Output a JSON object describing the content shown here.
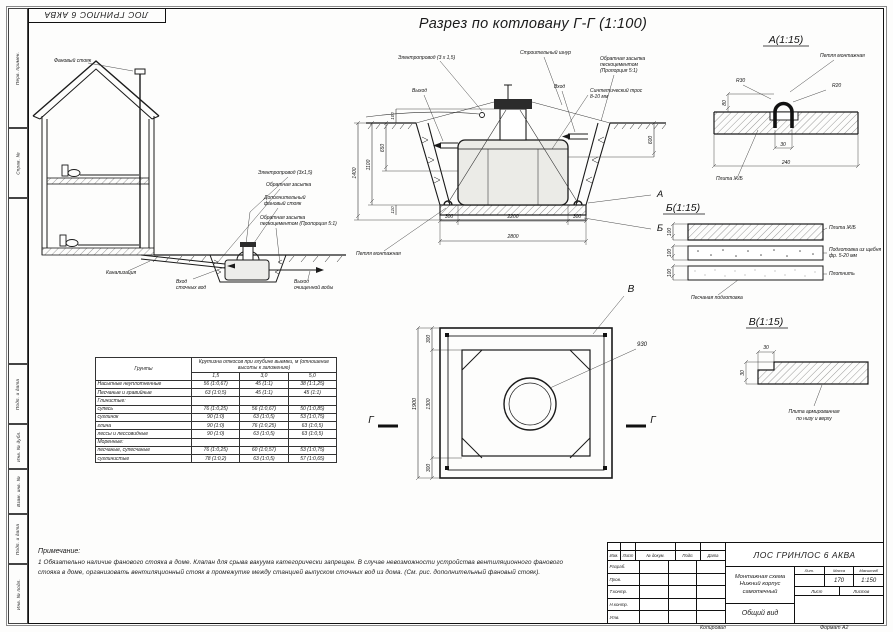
{
  "top_stamp": "ЛОС ГРИНЛОС 6 АКВА",
  "main_title": "Разрез по котловану Г-Г (1:100)",
  "meta": {
    "copied_label": "Копировал",
    "format_label": "Формат  А2"
  },
  "left_margin": {
    "cells": [
      "Перв. примен.",
      "Справ. №",
      "",
      "Подп. и дата",
      "Инв. № дубл.",
      "Взам. инв. №",
      "Подп. и дата",
      "Инв. № подл."
    ]
  },
  "house": {
    "labels": {
      "vent": "Фановый стояк",
      "electro": "Электропровод (3х1,5)",
      "backfill": "Обратная засыпка",
      "extra_lines": [
        "Дополнительный",
        "фановый стояк"
      ],
      "backcem_lines": [
        "Обратная засыпка",
        "пескоцементом (Пропорция 5:1)"
      ],
      "sewer": "Канализация",
      "inlet_lines": [
        "Вход",
        "сточных вод"
      ],
      "outlet_lines": [
        "Выход",
        "очищенной воды"
      ]
    }
  },
  "pit": {
    "labels": {
      "electro": "Электропровод (3 х 1,5)",
      "cord": "Строительный шнур",
      "backfill_lines": [
        "Обратная засыпка",
        "пескоцементом",
        "(Пропорция 5:1)"
      ],
      "outlet": "Выход",
      "inlet": "Вход",
      "rope_lines": [
        "Синтетический трос",
        "8-10 мм"
      ],
      "loop": "Петля монтажная"
    },
    "dims": {
      "d1400": "1400",
      "d1100": "1100",
      "d650": "650",
      "d110": "110",
      "d100": "100",
      "d600": "600",
      "d300a": "300",
      "d2200": "2200",
      "d300b": "300",
      "d2800": "2800"
    },
    "markers": {
      "a": "А",
      "b": "Б"
    }
  },
  "detail_a": {
    "title": "А(1:15)",
    "loop_label": "Петля монтажная",
    "slab_label": "Плита Ж/Б",
    "dims": {
      "r30": "R30",
      "r20": "R20",
      "d80": "80",
      "d30": "30",
      "d240": "240"
    }
  },
  "detail_b": {
    "title": "Б(1:15)",
    "slab": "Плита Ж/Б",
    "gravel_lines": [
      "Подготовка из щебня",
      "фр. 5-20 мм"
    ],
    "compact": "Плотнить",
    "sand": "Песчаная подготовка",
    "dims": {
      "d100a": "100",
      "d100b": "100",
      "d100c": "100"
    }
  },
  "detail_v": {
    "title": "В(1:15)",
    "slab_lines": [
      "Плита армированная",
      "по низу и верху"
    ],
    "dims": {
      "d30a": "30",
      "d30b": "30"
    }
  },
  "plan": {
    "marker_v": "В",
    "letter_g": "Г",
    "dims": {
      "d1900": "1900",
      "d1300": "1300",
      "d300t": "300",
      "d300b": "300",
      "d930": "930"
    }
  },
  "table": {
    "col_groups": {
      "soils": "Грунты",
      "main": "Крутизна откосов при глубине выемки, м (отношение высоты к заложению)"
    },
    "depths": [
      "1,5",
      "3,0",
      "5,0"
    ],
    "rows": [
      {
        "name": "Насыпные неуплотненные",
        "v1": "56 (1:0,67)",
        "v2": "45 (1:1)",
        "v3": "38 (1:1,25)"
      },
      {
        "name": "Песчаные и гравийные",
        "v1": "63 (1:0,5)",
        "v2": "45 (1:1)",
        "v3": "45 (1:1)"
      },
      {
        "name": "Глинистые:",
        "v1": "",
        "v2": "",
        "v3": ""
      },
      {
        "name": "супесь",
        "v1": "76 (1:0,25)",
        "v2": "56 (1:0,67)",
        "v3": "50 (1:0,85)"
      },
      {
        "name": "суглинок",
        "v1": "90 (1:0)",
        "v2": "63 (1:0,5)",
        "v3": "53 (1:0,75)"
      },
      {
        "name": "глина",
        "v1": "90 (1:0)",
        "v2": "76 (1:0,25)",
        "v3": "63 (1:0,5)"
      },
      {
        "name": "лессы и лессовидные",
        "v1": "90 (1:0)",
        "v2": "63 (1:0,5)",
        "v3": "63 (1:0,5)"
      },
      {
        "name": "Моренные:",
        "v1": "",
        "v2": "",
        "v3": ""
      },
      {
        "name": "песчаные, супесчаные",
        "v1": "76 (1:0,25)",
        "v2": "60 (1:0,57)",
        "v3": "53 (1:0,75)"
      },
      {
        "name": "суглинистые",
        "v1": "78 (1:0,2)",
        "v2": "63 (1:0,5)",
        "v3": "57 (1:0,65)"
      }
    ]
  },
  "notes": {
    "heading": "Примечание:",
    "text": "1 Обязательно наличие фанового стояка в доме. Клапан для срыва вакуума категорически запрещен. В случае невозможности устройства вентиляционного фанового стояка в доме, организовать вентиляционный стояк в промежутке между станцией выпуском сточных вод из дома. (См. рис. дополнительный фановый стояк)."
  },
  "titleblock": {
    "doc": "ЛОС ГРИНЛОС 6 АКВА",
    "name_lines": [
      "Монтажная схема",
      "Нижний корпус",
      "самотечный"
    ],
    "view": "Общий вид",
    "lit": "Лит.",
    "mass": "Масса",
    "scale": "Масштаб",
    "mass_value": "170",
    "scale_value": "1:150",
    "sheet": "Лист",
    "sheets": "Листов",
    "cols": [
      "Изм.",
      "Лист",
      "№ докум.",
      "Подп.",
      "Дата"
    ],
    "roles": [
      "Разраб.",
      "Пров.",
      "Т.контр.",
      "Н.контр.",
      "Утв."
    ]
  }
}
